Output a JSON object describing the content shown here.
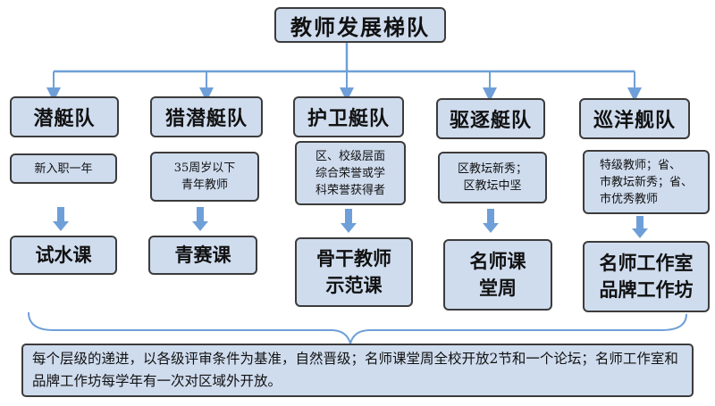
{
  "title": "教师发展梯队",
  "tiers": [
    {
      "name": "潜艇队",
      "condition": "新入职一年",
      "course": "试水课"
    },
    {
      "name": "猎潜艇队",
      "condition": "35周岁以下\n青年教师",
      "course": "青赛课"
    },
    {
      "name": "护卫艇队",
      "condition": "区、校级层面\n综合荣誉或学\n科荣誉获得者",
      "course": "骨干教师\n示范课"
    },
    {
      "name": "驱逐艇队",
      "condition": "区教坛新秀；\n区教坛中坚",
      "course": "名师课\n堂周"
    },
    {
      "name": "巡洋舰队",
      "condition": "特级教师；省、\n市教坛新秀；省、\n市优秀教师",
      "course": "名师工作室\n品牌工作坊"
    }
  ],
  "note": "每个层级的递进，以各级评审条件为基准，自然晋级；名师课堂周全校开放2节和一个论坛；名师工作室和品牌工作坊每学年有一次对区域外开放。",
  "colors": {
    "box_fill": "#cfdcee",
    "border": "#3c3c3c",
    "arrow": "#6f9fd8"
  }
}
